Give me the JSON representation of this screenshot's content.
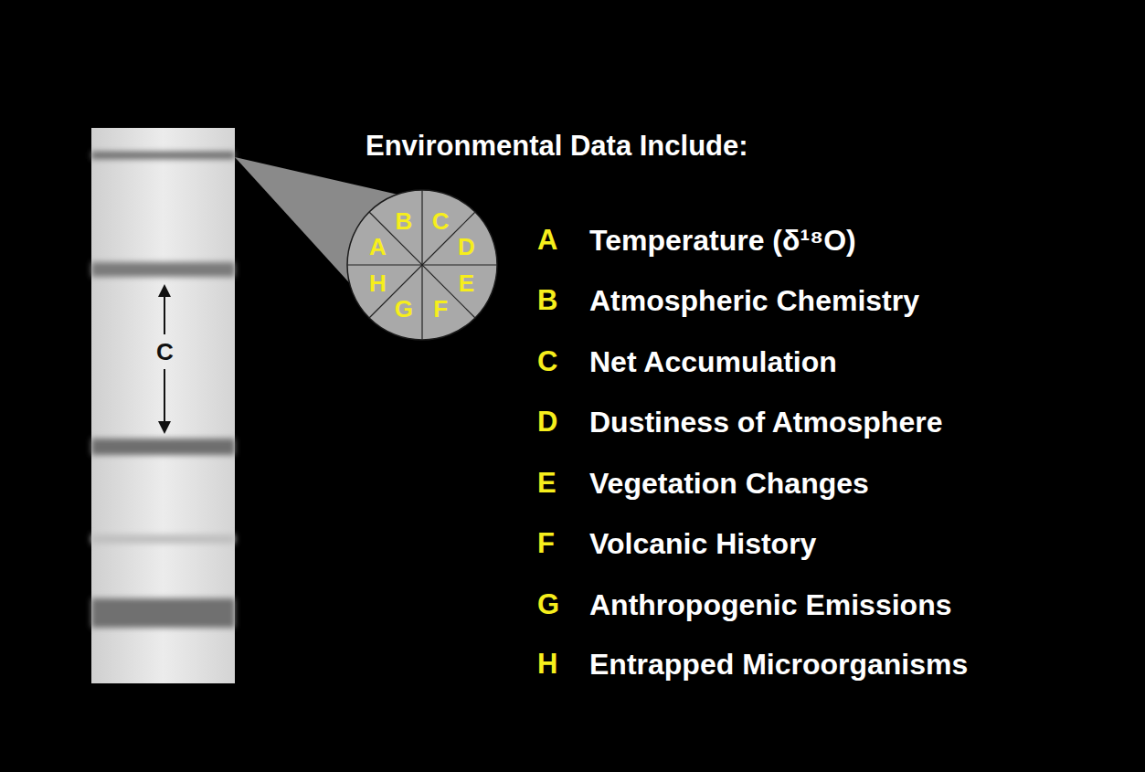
{
  "diagram": {
    "title": "Environmental Data Include:",
    "nodes": [
      {
        "text": [
          "A",
          "B",
          "C",
          "D",
          "E",
          "F",
          "G",
          "H"
        ]
      }
    ],
    "labels": [
      "C",
      "A",
      "Temperature (δ¹⁸O)",
      "B",
      "Atmospheric Chemistry",
      "C",
      "Net Accumulation",
      "D",
      "Dustiness of Atmosphere",
      "E",
      "Vegetation Changes",
      "F",
      "Volcanic History",
      "G",
      "Anthropogenic Emissions",
      "H",
      "Entrapped Microorganisms"
    ]
  }
}
